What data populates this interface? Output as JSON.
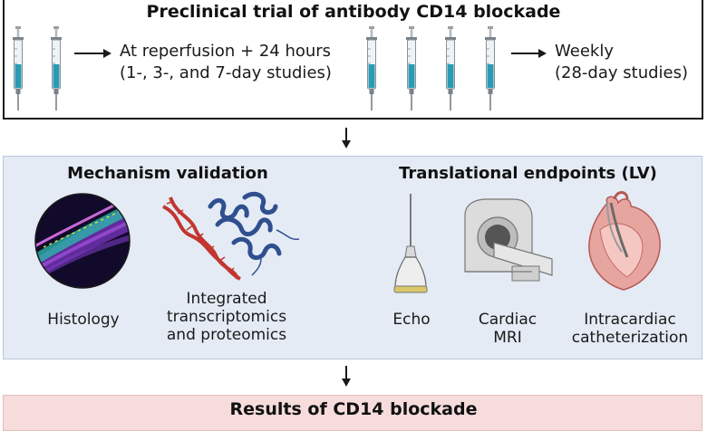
{
  "title": "Preclinical trial of antibody CD14 blockade",
  "dosing": {
    "acute": {
      "line1": "At reperfusion + 24 hours",
      "line2": "(1-, 3-, and 7-day studies)"
    },
    "chronic": {
      "line1": "Weekly",
      "line2": "(28-day studies)"
    }
  },
  "mechanism": {
    "title": "Mechanism validation",
    "histology_label": "Histology",
    "omics_label": [
      "Integrated",
      "transcriptomics",
      "and proteomics"
    ]
  },
  "translational": {
    "title": "Translational endpoints (LV)",
    "echo_label": "Echo",
    "mri_label": [
      "Cardiac",
      "MRI"
    ],
    "cath_label": [
      "Intracardiac",
      "catheterization"
    ]
  },
  "results": {
    "title": "Results of CD14 blockade"
  },
  "colors": {
    "panel_bg": "#e4ebf5",
    "results_bg": "#f7dcdc",
    "syringe_fluid": "#2a9bb3",
    "dna_red": "#c2362f",
    "protein_blue": "#2f4f8f"
  }
}
